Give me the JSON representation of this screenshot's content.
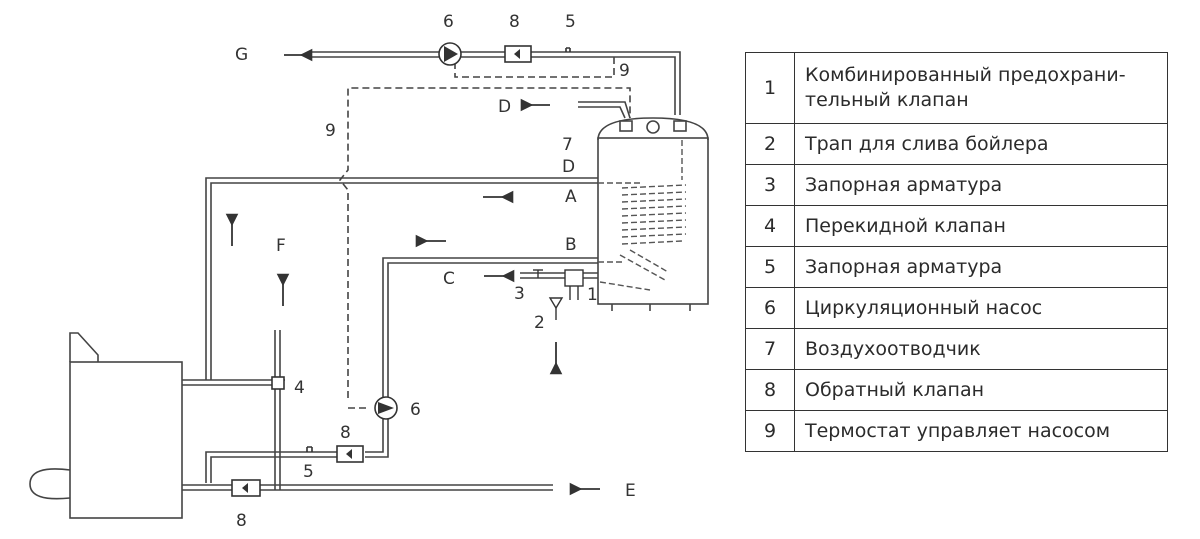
{
  "labels": {
    "G": "G",
    "D_top": "D",
    "D_mid": "D",
    "A": "A",
    "B": "B",
    "C": "C",
    "F": "F",
    "E": "E",
    "n6_top": "6",
    "n8_top": "8",
    "n5_top": "5",
    "n9_right": "9",
    "n9_left": "9",
    "n7": "7",
    "n3": "3",
    "n2": "2",
    "n1": "1",
    "n4": "4",
    "n6_bottom": "6",
    "n8_mid": "8",
    "n5_bottom": "5",
    "n8_bottom": "8"
  },
  "legend": [
    {
      "num": "1",
      "text": "Комбинированный предохрани-тельный клапан"
    },
    {
      "num": "2",
      "text": "Трап для слива бойлера"
    },
    {
      "num": "3",
      "text": "Запорная арматура"
    },
    {
      "num": "4",
      "text": "Перекидной клапан"
    },
    {
      "num": "5",
      "text": "Запорная арматура"
    },
    {
      "num": "6",
      "text": "Циркуляционный насос"
    },
    {
      "num": "7",
      "text": "Воздухоотводчик"
    },
    {
      "num": "8",
      "text": "Обратный клапан"
    },
    {
      "num": "9",
      "text": "Термостат управляет насосом"
    }
  ]
}
